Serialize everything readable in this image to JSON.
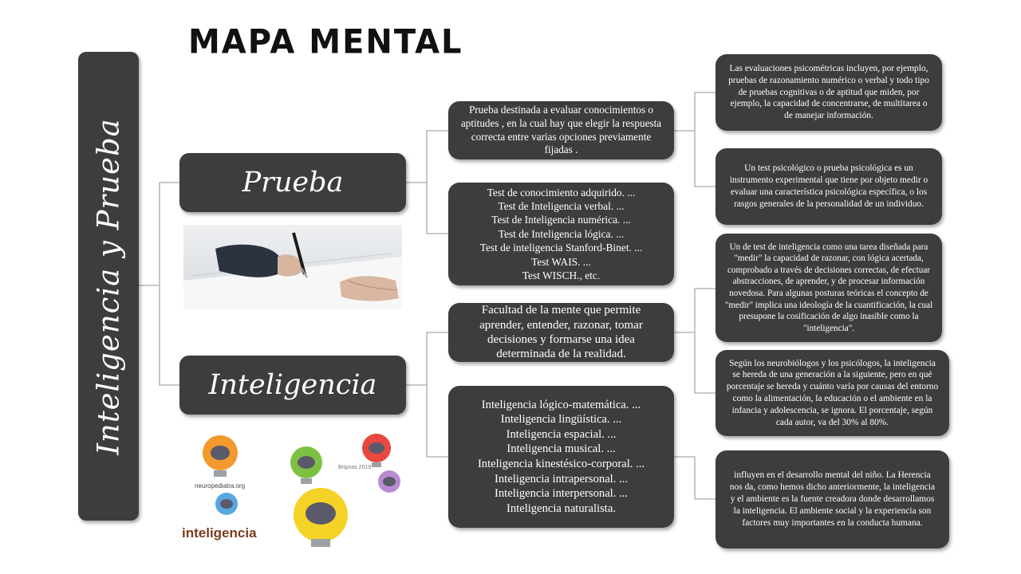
{
  "title": "MAPA MENTAL",
  "root": {
    "label": "Inteligencia y Prueba"
  },
  "branches": [
    {
      "label": "Prueba",
      "children": [
        {
          "text": "Prueba destinada a evaluar conocimientos o aptitudes , en la cual hay que elegir la respuesta correcta entre varias opciones previamente fijadas .",
          "children": [
            "Las evaluaciones psicométricas incluyen, por ejemplo, pruebas de razonamiento numérico o verbal y todo tipo de pruebas cognitivas o de aptitud que miden, por ejemplo, la capacidad de concentrarse, de multitarea o de manejar información.",
            "Un test psicológico o prueba psicológica es un instrumento experimental que tiene por objeto medir o evaluar una característica psicológica específica, o los rasgos generales de la personalidad de un individuo."
          ]
        },
        {
          "lines": [
            "Test de conocimiento adquirido. ...",
            "Test de Inteligencia verbal. ...",
            "Test de Inteligencia numérica. ...",
            "Test de Inteligencia lógica. ...",
            "Test de inteligencia Stanford-Binet. ...",
            "Test WAIS. ...",
            "Test WISCH., etc."
          ]
        }
      ]
    },
    {
      "label": "Inteligencia",
      "children": [
        {
          "text": "Facultad de la mente que permite aprender, entender, razonar, tomar decisiones y formarse una idea determinada de la realidad.",
          "children": [
            "Un de test de inteligencia como una tarea diseñada para \"medir\" la capacidad de razonar, con lógica acertada, comprobado a través de decisiones correctas, de efectuar abstracciones, de aprender, y de procesar información novedosa. Para algunas posturas teóricas el concepto de \"medir\" implica una ideología de la cuantificación, la cual presupone la cosificación de algo inasible como la \"inteligencia\".",
            "Según los neurobiólogos y los psicólogos, la inteligencia se hereda de una generación a la siguiente, pero en qué porcentaje se hereda y cuánto varía por causas del entorno como la alimentación, la educación o el ambiente en la infancia y adolescencia, se ignora. El porcentaje, según cada autor, va del 30% al 80%."
          ]
        },
        {
          "lines": [
            "Inteligencia lógico-matemática. ...",
            "Inteligencia lingüística. ...",
            "Inteligencia espacial. ...",
            "Inteligencia musical. ...",
            "Inteligencia kinestésico-corporal. ...",
            "Inteligencia intrapersonal. ...",
            "Inteligencia interpersonal. ...",
            "Inteligencia naturalista."
          ],
          "children": [
            "influyen en el desarrollo mental del niño. La Herencia nos da, como hemos dicho anteriormente, la inteligencia y el ambiente es la fuente creadora donde desarrollamos la inteligencia. El ambiente social y la experiencia son factores muy importantes en la conducta humana."
          ]
        }
      ]
    }
  ],
  "images": {
    "intel_sub1": "neuropediatra.org",
    "intel_sub2": "Bripnas 2019",
    "intel_label": "inteligencia"
  },
  "colors": {
    "node": "#3d3d3d",
    "node_text": "#ffffff",
    "connector": "#a9a9a9",
    "bulb_orange": "#f29a2e",
    "bulb_green": "#7dc142",
    "bulb_red": "#e8483f",
    "bulb_purple": "#b98bd1",
    "bulb_blue": "#5aa7e0",
    "bulb_yellow": "#f5d326",
    "logo_text": "#7a3b1e"
  }
}
